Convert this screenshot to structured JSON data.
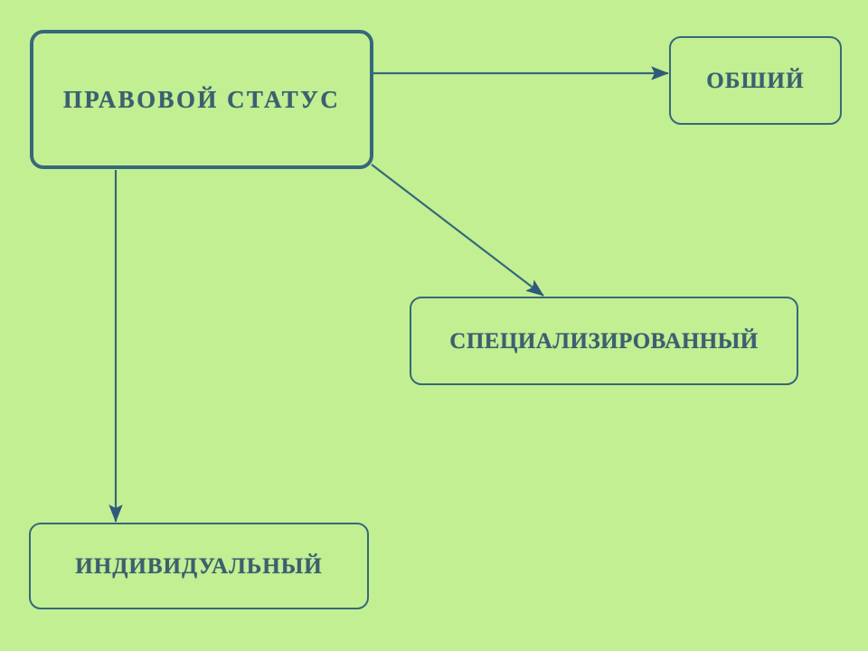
{
  "diagram": {
    "type": "hierarchy-tree",
    "background_color": "#c3ef93",
    "line_color": "#35697a",
    "arrow_color": "#2d5a7a",
    "text_color": "#3a6070",
    "nodes": {
      "root": {
        "label": "ПРАВОВОЙ СТАТУС"
      },
      "general": {
        "label": "ОБШИЙ"
      },
      "specialized": {
        "label": "СПЕЦИАЛИЗИРОВАННЫЙ"
      },
      "individual": {
        "label": "ИНДИВИДУАЛЬНЫЙ"
      }
    },
    "edges": [
      {
        "from": "root",
        "to": "general",
        "direction": "right"
      },
      {
        "from": "root",
        "to": "specialized",
        "direction": "down-right"
      },
      {
        "from": "root",
        "to": "individual",
        "direction": "down"
      }
    ]
  }
}
